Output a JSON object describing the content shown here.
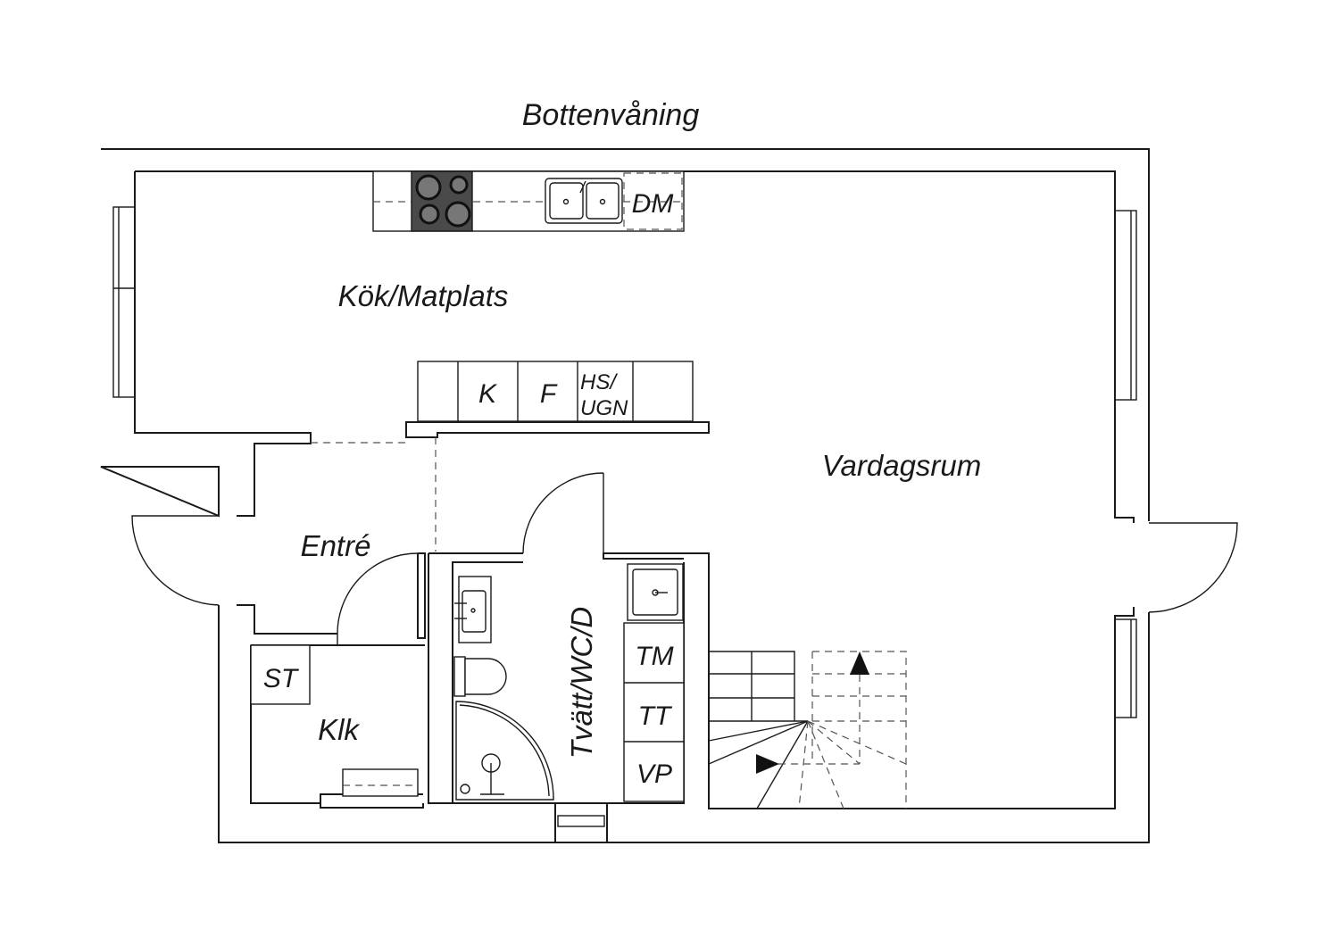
{
  "plan": {
    "title": "Bottenvåning",
    "rooms": {
      "kitchen": "Kök/Matplats",
      "living": "Vardagsrum",
      "entrance": "Entré",
      "closet": "Klk",
      "laundry": "Tvätt/WC/D"
    },
    "appliances": {
      "dishwasher": "DM",
      "fridge": "K",
      "freezer": "F",
      "oven_line1": "HS/",
      "oven_line2": "UGN",
      "storage": "ST",
      "washer": "TM",
      "dryer": "TT",
      "heat_pump": "VP"
    }
  }
}
